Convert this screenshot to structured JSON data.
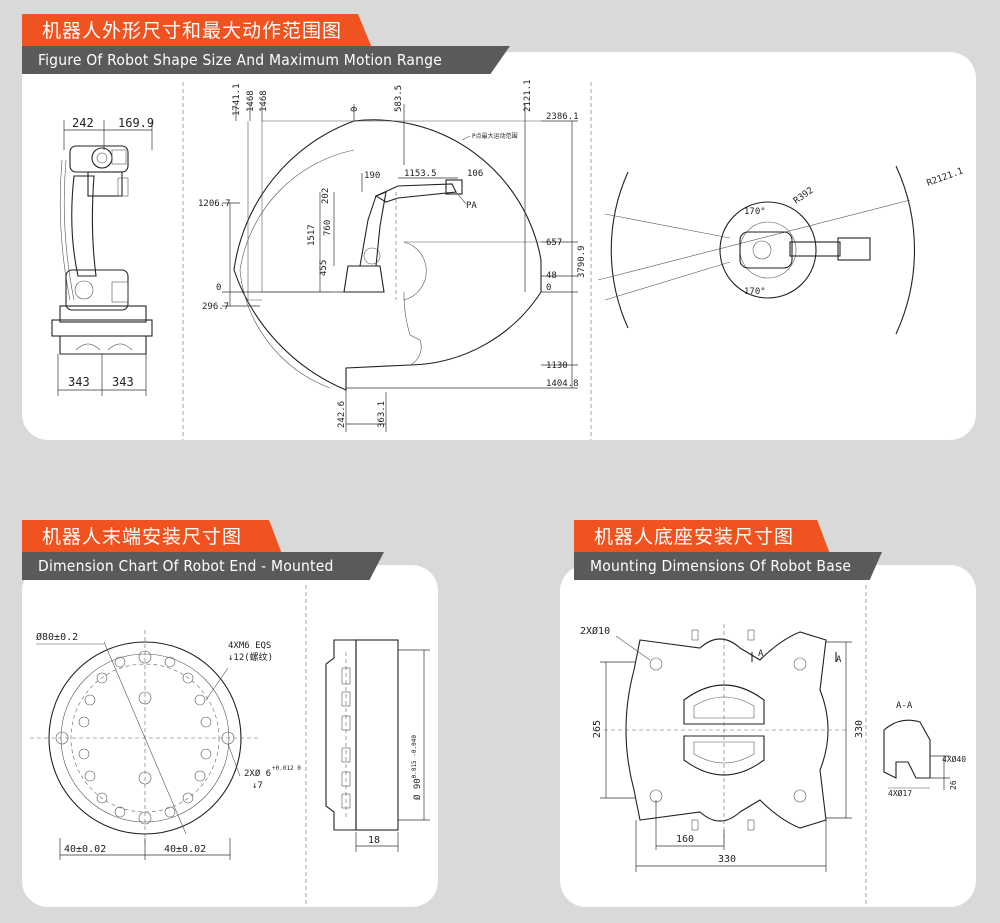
{
  "colors": {
    "accent": "#f0531f",
    "label_bg": "#5a5a5a",
    "page_bg": "#d9d9d9",
    "panel_bg": "#ffffff"
  },
  "section1": {
    "title_cn": "机器人外形尺寸和最大动作范围图",
    "title_en": "Figure Of Robot Shape Size And Maximum Motion Range",
    "side_view": {
      "top_left": "242",
      "top_right": "169.9",
      "bottom_left": "343",
      "bottom_right": "343"
    },
    "range_view": {
      "top_dims": [
        "1741.1",
        "1468",
        "1468",
        "0",
        "583.5",
        "2121.1"
      ],
      "left_dims": [
        "1206.7",
        "0",
        "296.7"
      ],
      "right_dims": [
        "2386.1",
        "657",
        "48",
        "0",
        "1130",
        "1404.8"
      ],
      "total_height": "3790.9",
      "inner_dims": [
        "190",
        "1153.5",
        "106",
        "202",
        "760",
        "1517",
        "455"
      ],
      "bottom_dims": [
        "242.6",
        "363.1"
      ],
      "pa_label": "PA",
      "pa_note": "P点最大运动范围"
    },
    "top_view": {
      "radius": "R2121.1",
      "angle_top": "170°",
      "angle_bottom": "170°",
      "base_radius": "R392"
    }
  },
  "section2": {
    "title_cn": "机器人末端安装尺寸图",
    "title_en": "Dimension Chart Of Robot End - Mounted",
    "labels": {
      "diameter": "Ø80±0.2",
      "threads": "4XM6 EQS",
      "thread_depth": "↓12(螺纹)",
      "pin": "2XØ 6",
      "pin_tol": "+0.012 0",
      "pin_depth": "↓7",
      "left_dim": "40±0.02",
      "right_dim": "40±0.02",
      "flange_dia": "Ø 90",
      "flange_tol": "-0.015 -0.040",
      "thickness": "18"
    }
  },
  "section3": {
    "title_cn": "机器人底座安装尺寸图",
    "title_en": "Mounting Dimensions Of Robot Base",
    "labels": {
      "holes": "2XØ10",
      "left_height": "265",
      "right_height": "330",
      "inner_width": "160",
      "total_width": "330",
      "section_mark": "A",
      "section_title": "A-A",
      "bolt_top": "4XØ40",
      "bolt_bottom": "4XØ17",
      "side_dim": "26"
    }
  }
}
